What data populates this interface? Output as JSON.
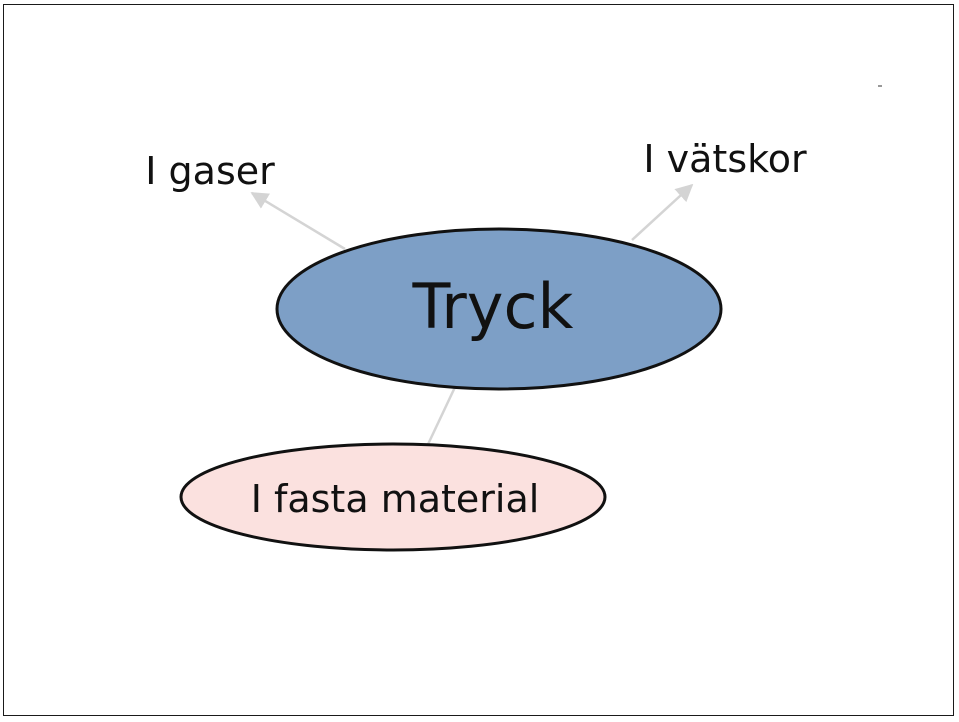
{
  "diagram": {
    "center_label": "Tryck",
    "branch_gases": "I gaser",
    "branch_liquids": "I vätskor",
    "branch_solids": "I fasta material"
  },
  "colors": {
    "center_fill": "#7d9fc6",
    "solids_fill": "#fbe1df",
    "outline": "#111111",
    "arrow": "#d4d4d4"
  }
}
